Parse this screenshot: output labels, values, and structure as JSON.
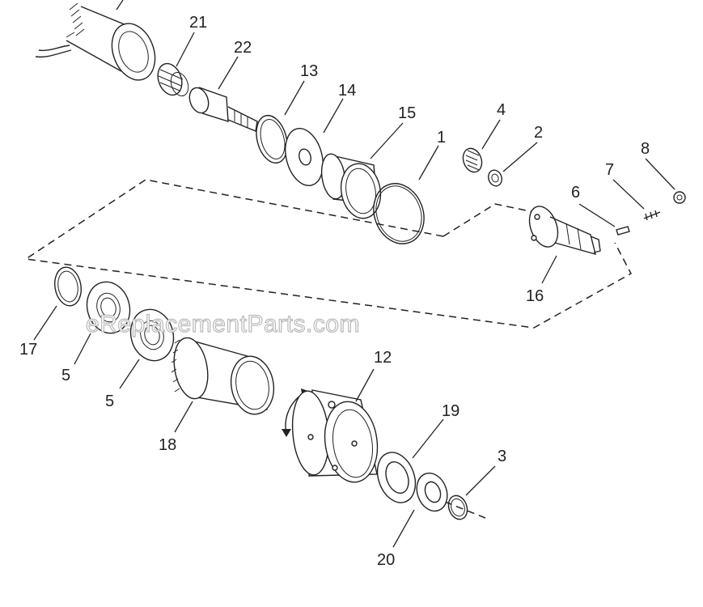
{
  "diagram": {
    "watermark": "eReplacementParts.com",
    "labels": {
      "p21": "21",
      "p22": "22",
      "p13": "13",
      "p14": "14",
      "p15": "15",
      "p1": "1",
      "p4": "4",
      "p2": "2",
      "p8": "8",
      "p7": "7",
      "p6": "6",
      "p16": "16",
      "p17": "17",
      "p5a": "5",
      "p5b": "5",
      "p18": "18",
      "p12": "12",
      "p19": "19",
      "p3": "3",
      "p20": "20"
    },
    "colors": {
      "line": "#222222",
      "background": "#ffffff",
      "watermark": "#b9b9b9"
    }
  }
}
